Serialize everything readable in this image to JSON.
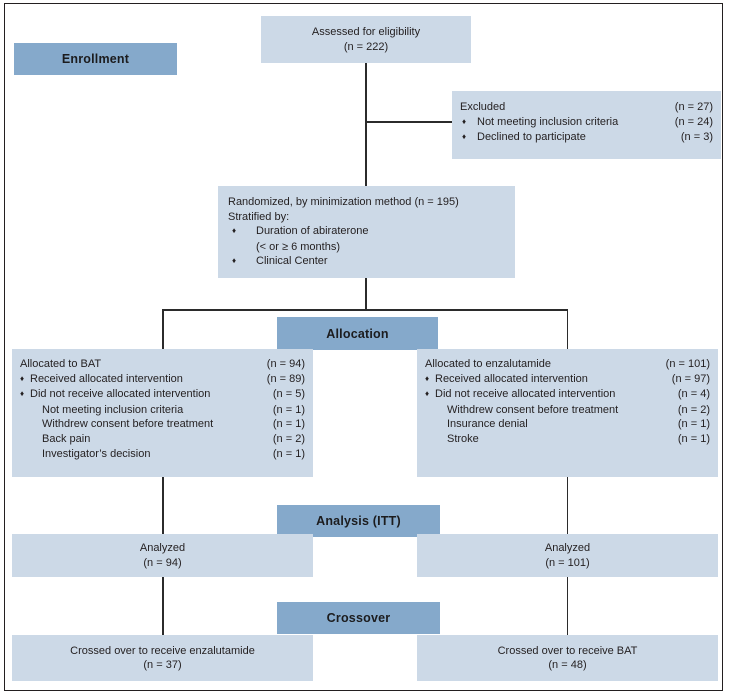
{
  "colors": {
    "box_fill": "#ccd9e7",
    "label_fill": "#85a9cb",
    "line": "#2b2b2b"
  },
  "icons": {
    "bullet": "♦"
  },
  "stages": {
    "enrollment": "Enrollment",
    "allocation": "Allocation",
    "analysis": "Analysis (ITT)",
    "crossover": "Crossover"
  },
  "assessed": {
    "line1": "Assessed for eligibility",
    "line2": "(n = 222)"
  },
  "excluded": {
    "rows": [
      {
        "text": "Excluded",
        "n": "(n = 27)",
        "style": "title"
      },
      {
        "bullet": "♦",
        "text": "Not meeting inclusion criteria",
        "n": "(n = 24)",
        "style": "bullet"
      },
      {
        "bullet": "♦",
        "text": "Declined to participate",
        "n": "(n = 3)",
        "style": "bullet"
      }
    ]
  },
  "randomized": {
    "rows": [
      {
        "text": "Randomized, by minimization method (n = 195)",
        "style": "plain"
      },
      {
        "text": "Stratified by:",
        "style": "plain"
      },
      {
        "bullet": "♦",
        "text": "Duration of abiraterone",
        "style": "bullet-wide"
      },
      {
        "text": "(< or ≥ 6 months)",
        "style": "sub-wide"
      },
      {
        "bullet": "♦",
        "text": "Clinical Center",
        "style": "bullet-wide"
      }
    ]
  },
  "alloc_left": {
    "rows": [
      {
        "text": "Allocated to BAT",
        "n": "(n = 94)",
        "style": "title"
      },
      {
        "bullet": "♦",
        "text": "Received allocated intervention",
        "n": "(n = 89)",
        "style": "bullet-sm"
      },
      {
        "bullet": "♦",
        "text": "Did not receive allocated intervention",
        "n": "(n = 5)",
        "style": "bullet-sm"
      },
      {
        "text": "Not meeting inclusion criteria",
        "n": "(n = 1)",
        "style": "sub"
      },
      {
        "text": "Withdrew consent before treatment",
        "n": "(n = 1)",
        "style": "sub"
      },
      {
        "text": "Back pain",
        "n": "(n = 2)",
        "style": "sub"
      },
      {
        "text": "Investigator’s decision",
        "n": "(n = 1)",
        "style": "sub"
      }
    ]
  },
  "alloc_right": {
    "rows": [
      {
        "text": "Allocated to enzalutamide",
        "n": "(n = 101)",
        "style": "title"
      },
      {
        "bullet": "♦",
        "text": "Received allocated intervention",
        "n": "(n = 97)",
        "style": "bullet-sm"
      },
      {
        "bullet": "♦",
        "text": "Did not receive allocated intervention",
        "n": "(n = 4)",
        "style": "bullet-sm"
      },
      {
        "text": "Withdrew consent before treatment",
        "n": "(n = 2)",
        "style": "sub"
      },
      {
        "text": "Insurance denial",
        "n": "(n = 1)",
        "style": "sub"
      },
      {
        "text": "Stroke",
        "n": "(n = 1)",
        "style": "sub"
      }
    ]
  },
  "analyzed_left": {
    "line1": "Analyzed",
    "line2": "(n = 94)"
  },
  "analyzed_right": {
    "line1": "Analyzed",
    "line2": "(n = 101)"
  },
  "crossover_left": {
    "line1": "Crossed over to receive enzalutamide",
    "line2": "(n = 37)"
  },
  "crossover_right": {
    "line1": "Crossed over to receive BAT",
    "line2": "(n = 48)"
  }
}
